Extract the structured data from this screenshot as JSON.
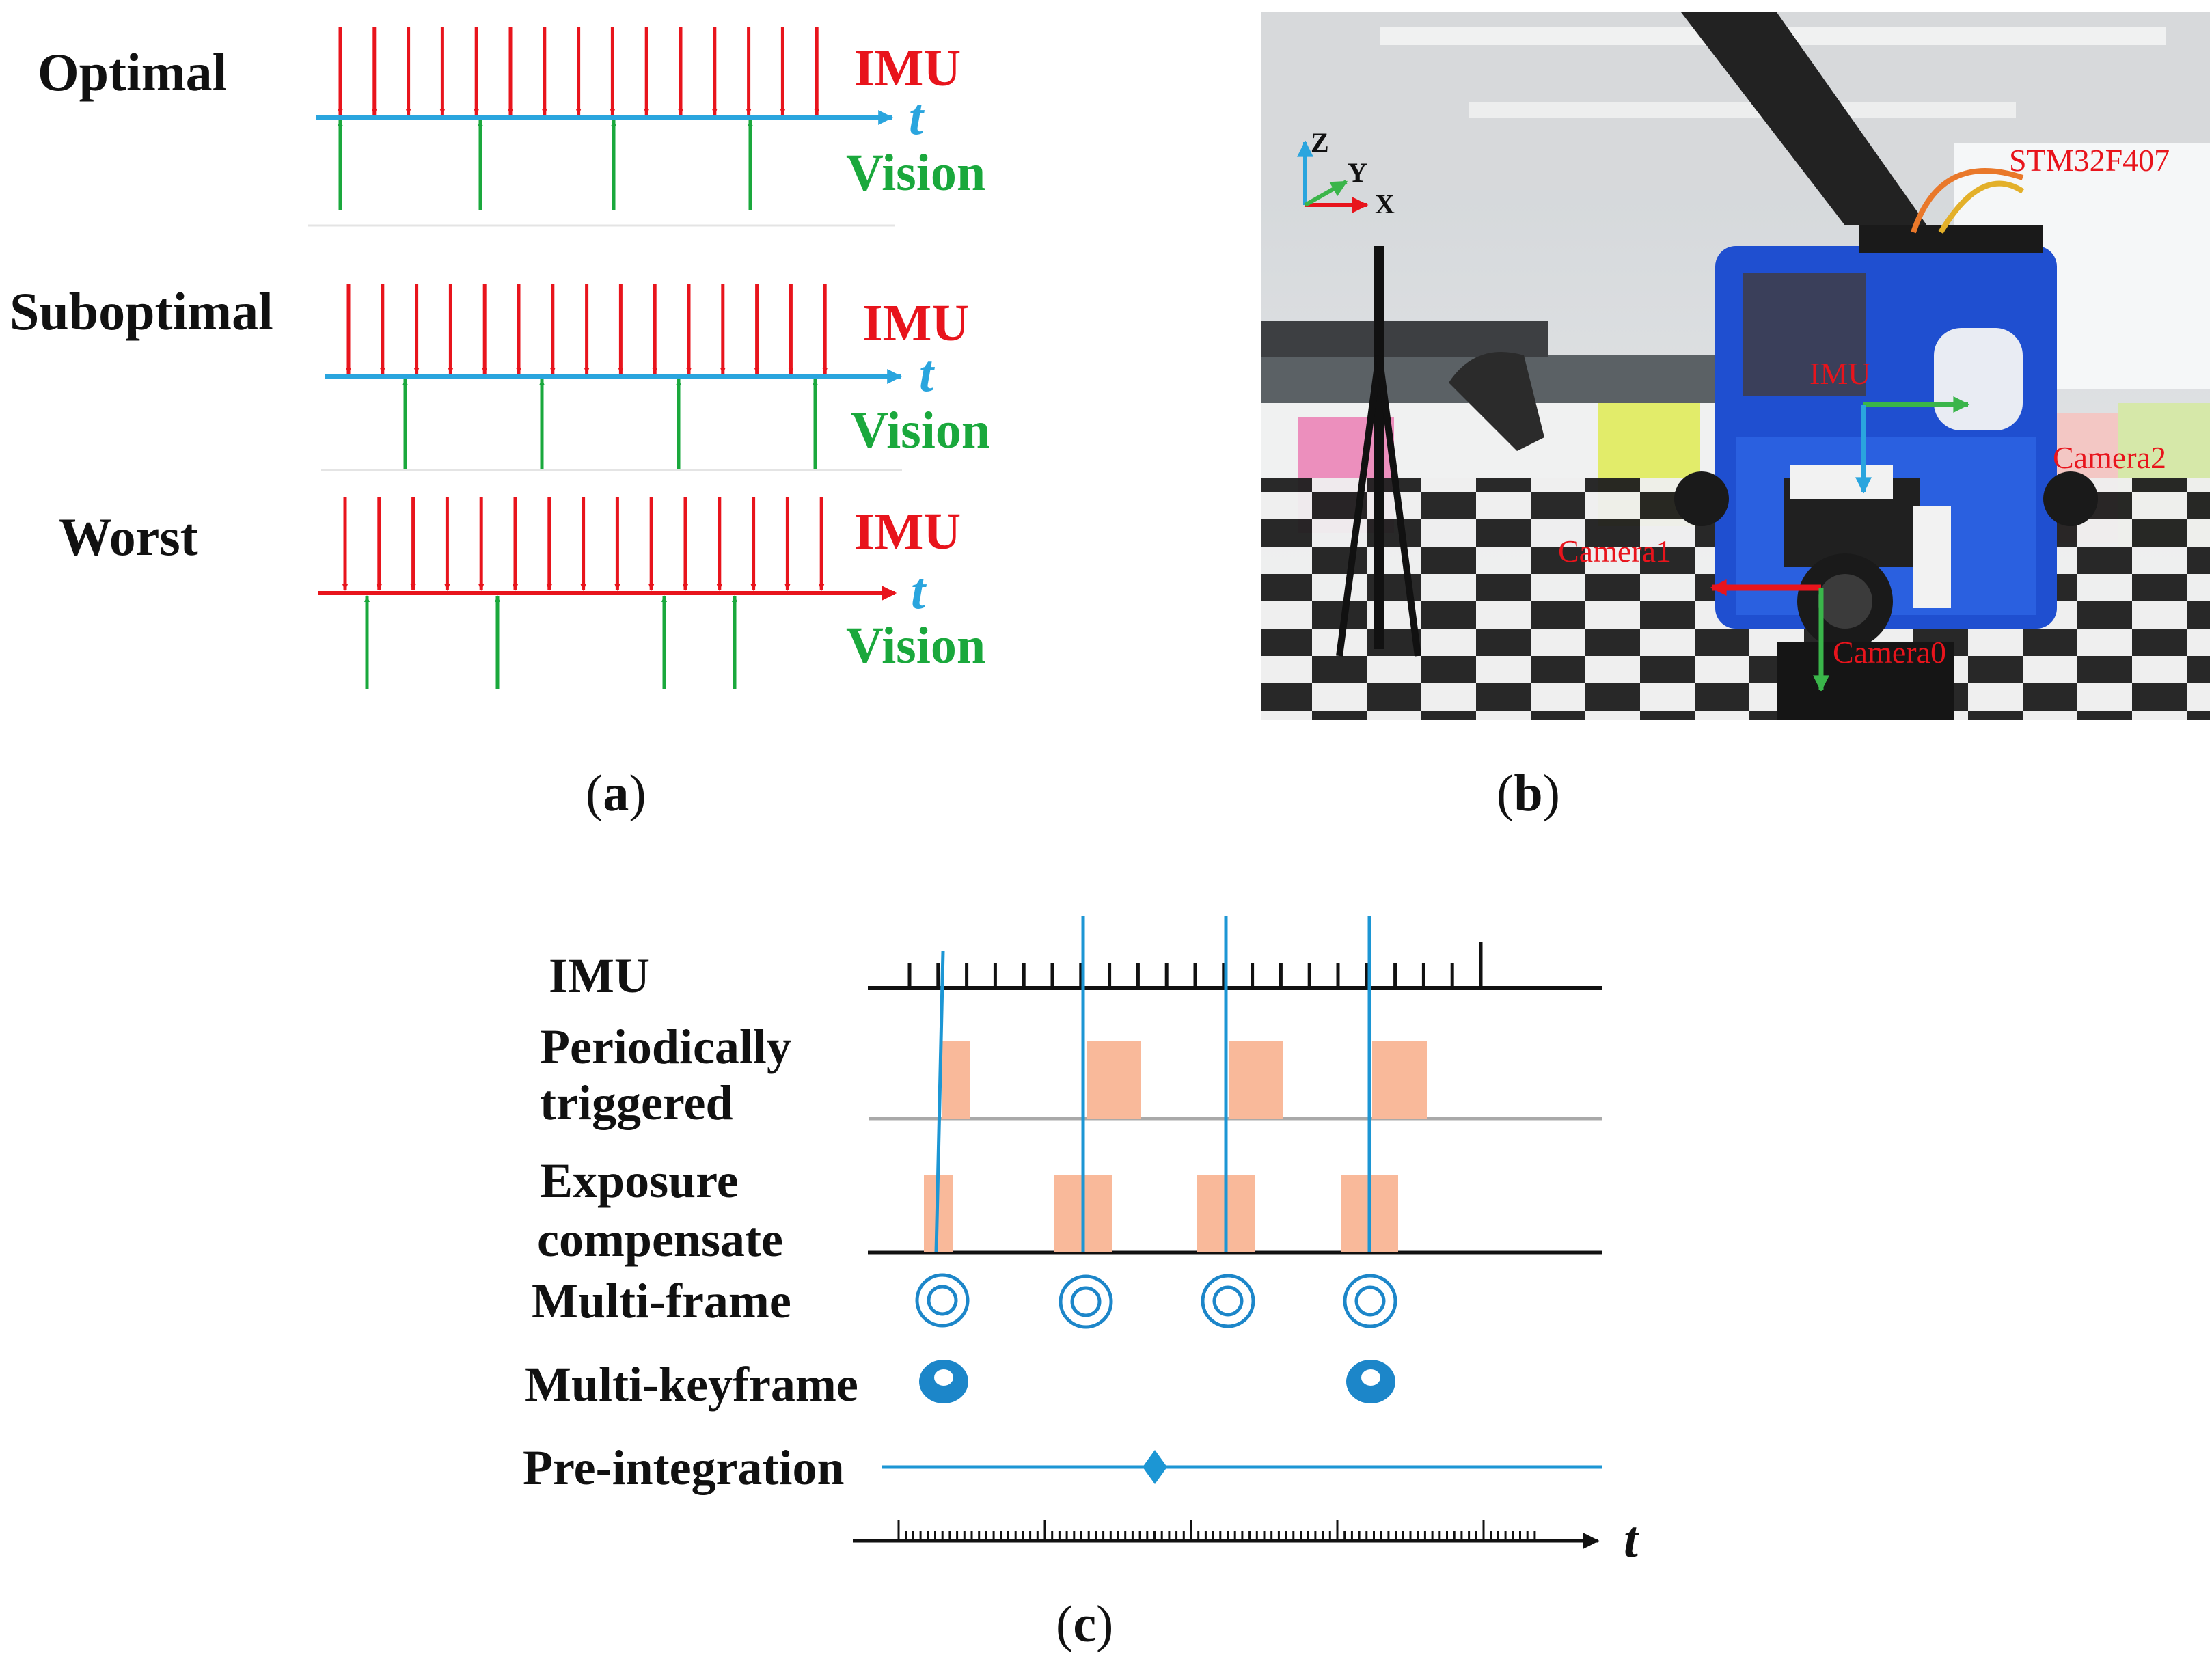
{
  "panel_a": {
    "rows": [
      {
        "label": "Optimal",
        "imu": "IMU",
        "t": "t",
        "vision": "Vision"
      },
      {
        "label": "Suboptimal",
        "imu": "IMU",
        "t": "t",
        "vision": "Vision"
      },
      {
        "label": "Worst",
        "imu": "IMU",
        "t": "t",
        "vision": "Vision"
      }
    ],
    "caption": {
      "open": "(",
      "letter": "a",
      "close": ")"
    }
  },
  "panel_b": {
    "axes": {
      "z": "Z",
      "y": "Y",
      "x": "X"
    },
    "labels": {
      "stm": "STM32F407",
      "imu": "IMU",
      "camera2": "Camera2",
      "camera1": "Camera1",
      "camera0": "Camera0"
    },
    "caption": {
      "open": "(",
      "letter": "b",
      "close": ")"
    }
  },
  "panel_c": {
    "rows": {
      "imu": "IMU",
      "periodic_1": "Periodically",
      "periodic_2": "triggered",
      "exposure_1": "Exposure",
      "exposure_2": "compensate",
      "multiframe": "Multi-frame",
      "multikeyframe": "Multi-keyframe",
      "preintegration": "Pre-integration"
    },
    "t": "t",
    "caption": {
      "open": "(",
      "letter": "c",
      "close": ")"
    }
  },
  "colors": {
    "imu_red": "#e8141c",
    "vision_green": "#1aa83c",
    "axis_blue": "#2aa5de",
    "robot_blue": "#1f4fd0",
    "exposure_orange": "#f9b99a",
    "ring_blue": "#1c86c9"
  }
}
